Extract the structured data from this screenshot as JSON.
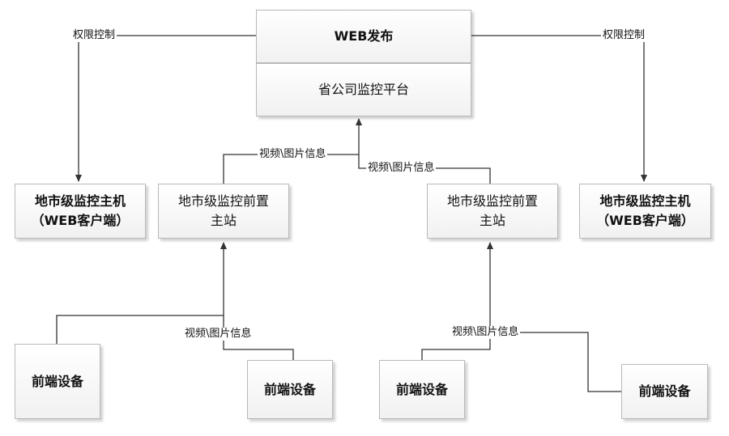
{
  "platform": {
    "web_publish": "WEB发布",
    "provincial": "省公司监控平台"
  },
  "host_left": {
    "line1": "地市级监控主机",
    "line2": "（WEB客户端）"
  },
  "host_right": {
    "line1": "地市级监控主机",
    "line2": "（WEB客户端）"
  },
  "station_left": {
    "line1": "地市级监控前置",
    "line2": "主站"
  },
  "station_right": {
    "line1": "地市级监控前置",
    "line2": "主站"
  },
  "devices": {
    "d1": "前端设备",
    "d2": "前端设备",
    "d3": "前端设备",
    "d4": "前端设备"
  },
  "labels": {
    "perm_left": "权限控制",
    "perm_right": "权限控制",
    "video_up_left": "视频\\图片信息",
    "video_up_right": "视频\\图片信息",
    "video_low_left": "视频\\图片信息",
    "video_low_right": "视频\\图片信息"
  }
}
